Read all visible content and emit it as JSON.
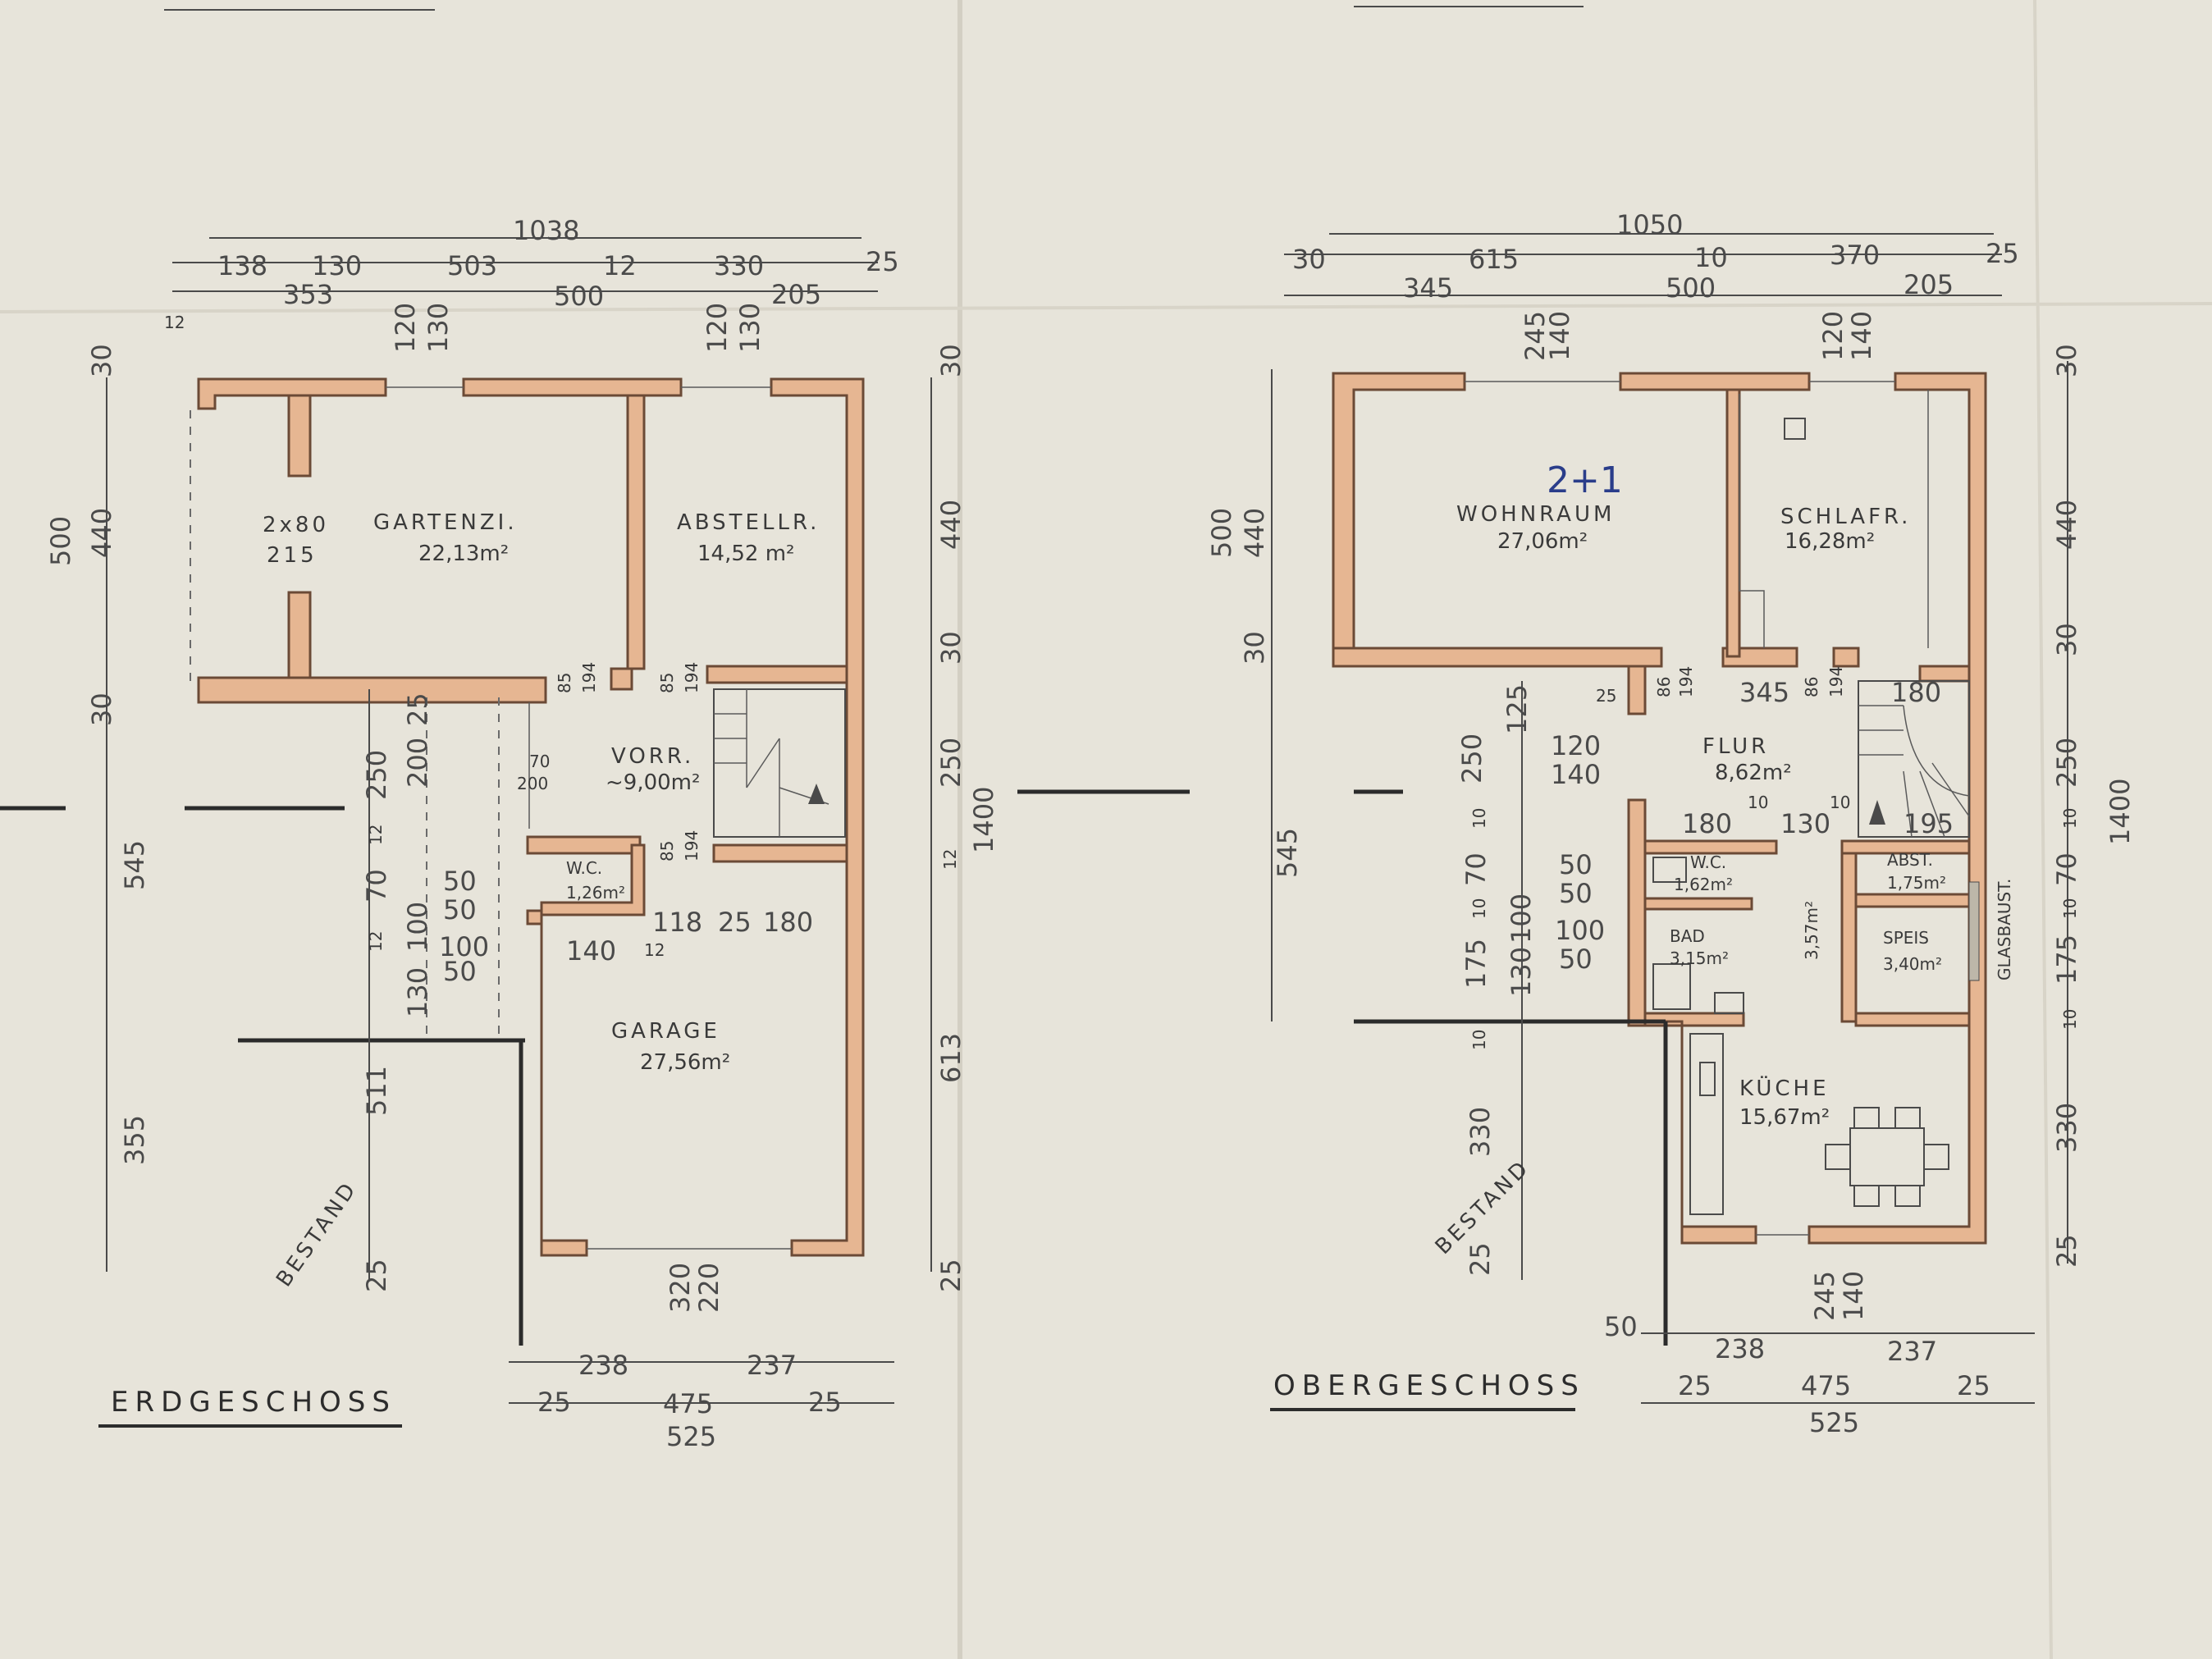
{
  "erdgeschoss": {
    "title": "ERDGESCHOSS",
    "rooms": {
      "gartenzi": {
        "name": "GARTENZI.",
        "area": "22,13m²"
      },
      "abstellr": {
        "name": "ABSTELLR.",
        "area": "14,52 m²"
      },
      "vorr": {
        "name": "VORR.",
        "area": "~9,00m²"
      },
      "wc": {
        "name": "W.C.",
        "area": "1,26m²"
      },
      "garage": {
        "name": "GARAGE",
        "area": "27,56m²"
      }
    },
    "window_label_top": "2x80",
    "window_label_bottom": "215",
    "bestand": "BESTAND",
    "dims": {
      "top_total": "1038",
      "top_a1": "138",
      "top_a2": "130",
      "top_a3": "503",
      "top_a4": "12",
      "top_a5": "330",
      "top_a6": "25",
      "top_b1": "353",
      "top_b2": "500",
      "top_b3": "205",
      "top_b4": "12",
      "open1_a": "120",
      "open1_b": "130",
      "open2_a": "120",
      "open2_b": "130",
      "left_500": "500",
      "left_440": "440",
      "left_30a": "30",
      "left_30b": "30",
      "left_545": "545",
      "left_355": "355",
      "inner_250": "250",
      "inner_200": "200",
      "inner_25": "25",
      "inner_12a": "12",
      "inner_70": "70",
      "inner_12b": "12",
      "inner_100": "100",
      "inner_130": "130",
      "inner_511": "511",
      "inner_25b": "25",
      "right_30a": "30",
      "right_440": "440",
      "right_30b": "30",
      "right_250": "250",
      "right_12": "12",
      "right_613": "613",
      "right_25": "25",
      "right_1400": "1400",
      "door_85a": "85",
      "door_194a": "194",
      "door_85b": "85",
      "door_194b": "194",
      "door_85c": "85",
      "door_194c": "194",
      "d_50a": "50",
      "d_50b": "50",
      "d_100": "100",
      "d_50c": "50",
      "d_118": "118",
      "d_25": "25",
      "d_180": "180",
      "d_140": "140",
      "d_12": "12",
      "d_70": "70",
      "d_200": "200",
      "garage_door_a": "320",
      "garage_door_b": "220",
      "bottom_238": "238",
      "bottom_237": "237",
      "bottom_25a": "25",
      "bottom_475": "475",
      "bottom_25b": "25",
      "bottom_525": "525"
    }
  },
  "obergeschoss": {
    "title": "OBERGESCHOSS",
    "handwritten": "2+1",
    "rooms": {
      "wohnraum": {
        "name": "WOHNRAUM",
        "area": "27,06m²"
      },
      "schlafr": {
        "name": "SCHLAFR.",
        "area": "16,28m²"
      },
      "flur": {
        "name": "FLUR",
        "area": "8,62m²"
      },
      "wc": {
        "name": "W.C.",
        "area": "1,62m²"
      },
      "abst": {
        "name": "ABST.",
        "area": "1,75m²"
      },
      "bad": {
        "name": "BAD",
        "area": "3,15m²"
      },
      "gang": {
        "area": "3,57m²"
      },
      "speis": {
        "name": "SPEIS",
        "area": "3,40m²"
      },
      "kueche": {
        "name": "KÜCHE",
        "area": "15,67m²"
      }
    },
    "glasbaust": "GLASBAUST.",
    "bestand": "BESTAND",
    "dims": {
      "top_total": "1050",
      "top_a1": "30",
      "top_a2": "615",
      "top_a3": "10",
      "top_a4": "370",
      "top_a5": "25",
      "top_b1": "345",
      "top_b2": "500",
      "top_b3": "205",
      "open1_a": "245",
      "open1_b": "140",
      "open2_a": "120",
      "open2_b": "140",
      "left_500": "500",
      "left_440": "440",
      "left_30": "30",
      "left_545": "545",
      "inner_250": "250",
      "inner_125": "125",
      "inner_10a": "10",
      "inner_70": "70",
      "inner_10b": "10",
      "inner_100": "100",
      "inner_175": "175",
      "inner_130": "130",
      "inner_10c": "10",
      "inner_330": "330",
      "inner_25": "25",
      "right_30": "30",
      "right_440": "440",
      "right_30b": "30",
      "right_250": "250",
      "right_10a": "10",
      "right_70": "70",
      "right_10b": "10",
      "right_175": "175",
      "right_10c": "10",
      "right_330": "330",
      "right_25": "25",
      "right_1400": "1400",
      "d_25": "25",
      "d_345": "345",
      "d_180a": "180",
      "d_120": "120",
      "d_140": "140",
      "d_180b": "180",
      "d_130": "130",
      "d_10a": "10",
      "d_10b": "10",
      "d_195": "195",
      "d_50a": "50",
      "d_50b": "50",
      "d_100": "100",
      "d_50c": "50",
      "door_86a": "86",
      "door_194a": "194",
      "door_86b": "86",
      "door_194b": "194",
      "window_245": "245",
      "window_140": "140",
      "d_50d": "50",
      "bottom_238": "238",
      "bottom_237": "237",
      "bottom_25a": "25",
      "bottom_475": "475",
      "bottom_25b": "25",
      "bottom_525": "525"
    }
  }
}
